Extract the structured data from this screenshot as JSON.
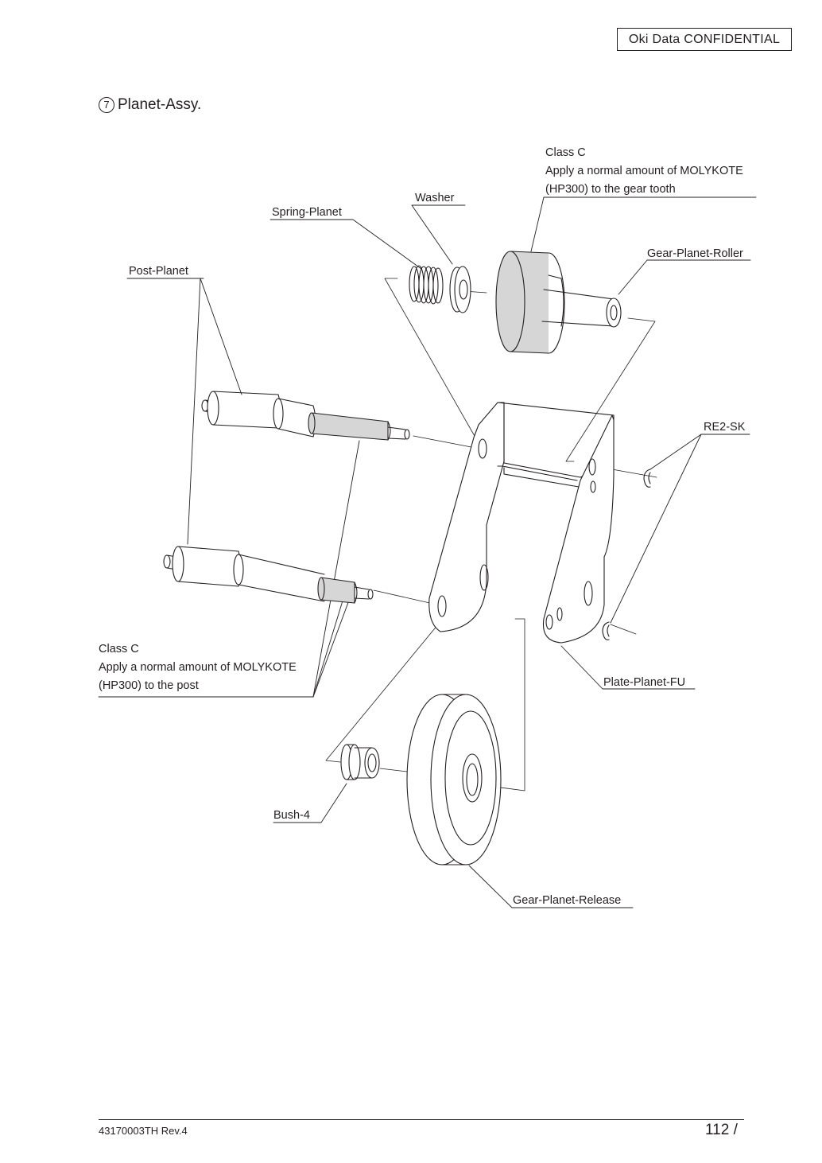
{
  "header": {
    "confidential": "Oki Data CONFIDENTIAL"
  },
  "section": {
    "number": "7",
    "title": "Planet-Assy."
  },
  "labels": {
    "washer": "Washer",
    "spring_planet": "Spring-Planet",
    "post_planet": "Post-Planet",
    "gear_planet_roller": "Gear-Planet-Roller",
    "re2_sk": "RE2-SK",
    "plate_planet_fu": "Plate-Planet-FU",
    "bush_4": "Bush-4",
    "gear_planet_release": "Gear-Planet-Release"
  },
  "notes": {
    "gear_tooth": {
      "line1": "Class C",
      "line2": "Apply a normal amount of MOLYKOTE",
      "line3": "(HP300) to the gear tooth"
    },
    "post": {
      "line1": "Class C",
      "line2": "Apply a normal amount of MOLYKOTE",
      "line3": "(HP300) to the post"
    }
  },
  "colors": {
    "ink": "#231f20",
    "grease_fill": "#d6d6d6"
  },
  "footer": {
    "doc_id": "43170003TH  Rev.4",
    "page": "112 /"
  }
}
